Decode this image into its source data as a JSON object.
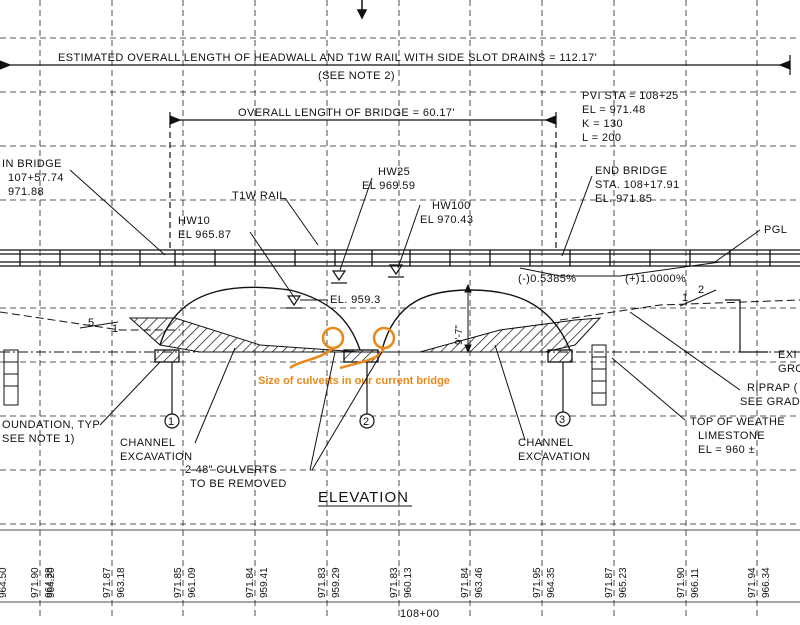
{
  "labels": {
    "overall_length": "ESTIMATED OVERALL LENGTH OF HEADWALL AND T1W RAIL WITH SIDE SLOT DRAINS = 112.17'",
    "see_note_2": "(SEE NOTE 2)",
    "bridge_length": "OVERALL LENGTH OF BRIDGE = 60.17'",
    "pvi_sta": "PVI STA = 108+25",
    "pvi_el": "EL = 971.48",
    "pvi_k": "K = 130",
    "pvi_l": "L = 200",
    "begin_bridge": "IN BRIDGE",
    "begin_sta": "107+57.74",
    "begin_el": "971.88",
    "hw25_label": "HW25",
    "hw25_el": "EL 969.59",
    "t1w_rail": "T1W RAIL",
    "hw100_label": "HW100",
    "hw100_el": "EL 970.43",
    "end_bridge": "END BRIDGE",
    "end_sta": "STA. 108+17.91",
    "end_el": "EL. 971.85",
    "hw10_label": "HW10",
    "hw10_el": "EL 965.87",
    "pgl": "PGL",
    "grade_left": "(-)0.5385%",
    "grade_right": "(+)1.0000%",
    "el_959": "EL. 959.3",
    "dim_9_7": "9'-7\"",
    "slope_left_5": "5",
    "slope_left_1": "1",
    "slope_right_2": "2",
    "slope_right_1": "1",
    "exist_ground_1": "EXI",
    "exist_ground_2": "GRO",
    "riprap_1": "RIPRAP (",
    "riprap_2": "SEE GRAD",
    "culvert_note": "Size of culverts in our current bridge",
    "foundation_1": "OUNDATION, TYP",
    "foundation_2": "SEE NOTE 1)",
    "channel_excavation_left_1": "CHANNEL",
    "channel_excavation_left_2": "EXCAVATION",
    "culverts_removed_1": "2-48\" CULVERTS",
    "culverts_removed_2": "TO BE REMOVED",
    "channel_excavation_right_1": "CHANNEL",
    "channel_excavation_right_2": "EXCAVATION",
    "limestone_1": "TOP OF WEATHE",
    "limestone_2": "LIMESTONE",
    "limestone_3": "EL = 960 ±",
    "elevation_title": "ELEVATION",
    "station_bottom": "108+00"
  },
  "piers": [
    "1",
    "2",
    "3"
  ],
  "profile_elevations": [
    {
      "top": "964.50",
      "bottom": ""
    },
    {
      "top": "971.90",
      "bottom": "964.38"
    },
    {
      "top": "964.20",
      "bottom": ""
    },
    {
      "top": "971.87",
      "bottom": "963.18"
    },
    {
      "top": "971.85",
      "bottom": "961.09"
    },
    {
      "top": "971.84",
      "bottom": "959.41"
    },
    {
      "top": "971.83",
      "bottom": "959.29"
    },
    {
      "top": "971.83",
      "bottom": "960.13"
    },
    {
      "top": "971.84",
      "bottom": "963.46"
    },
    {
      "top": "971.95",
      "bottom": "964.35"
    },
    {
      "top": "971.87",
      "bottom": "965.23"
    },
    {
      "top": "971.90",
      "bottom": "966.11"
    },
    {
      "top": "971.94",
      "bottom": "966.34"
    }
  ],
  "colors": {
    "ink": "#111111",
    "highlight": "#e8891a",
    "paper": "#ffffff"
  }
}
